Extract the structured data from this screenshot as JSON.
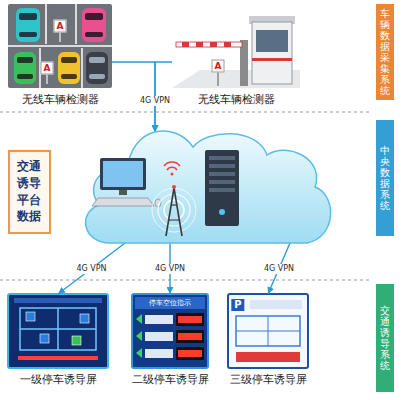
{
  "diagram": {
    "nodes": [
      {
        "text": [
          "无线车辆检测器"
        ]
      },
      {
        "text": [
          "无线车辆检测器"
        ]
      },
      {
        "text": [
          "车辆数据采集系统"
        ]
      },
      {
        "text": [
          "交通诱导平台数据"
        ]
      },
      {
        "text": []
      },
      {
        "text": [
          "中央数据系统"
        ]
      },
      {
        "text": [
          "一级停车诱导屏"
        ]
      },
      {
        "text": [
          "二级停车诱导屏"
        ]
      },
      {
        "text": [
          "三级停车诱导屏"
        ]
      },
      {
        "text": [
          "交通诱导系统"
        ]
      }
    ],
    "edges": [
      {
        "from": 0,
        "to": 4,
        "arrow": "to",
        "label": "4G VPN"
      },
      {
        "from": 1,
        "to": 4,
        "arrow": "to"
      },
      {
        "from": 4,
        "to": 6,
        "arrow": "to",
        "label": "4G VPN"
      },
      {
        "from": 4,
        "to": 7,
        "arrow": "to",
        "label": "4G VPN"
      },
      {
        "from": 4,
        "to": 8,
        "arrow": "to",
        "label": "4G VPN"
      }
    ],
    "labels": [
      "A",
      "A",
      "A",
      "停车空位指示",
      "P"
    ]
  }
}
